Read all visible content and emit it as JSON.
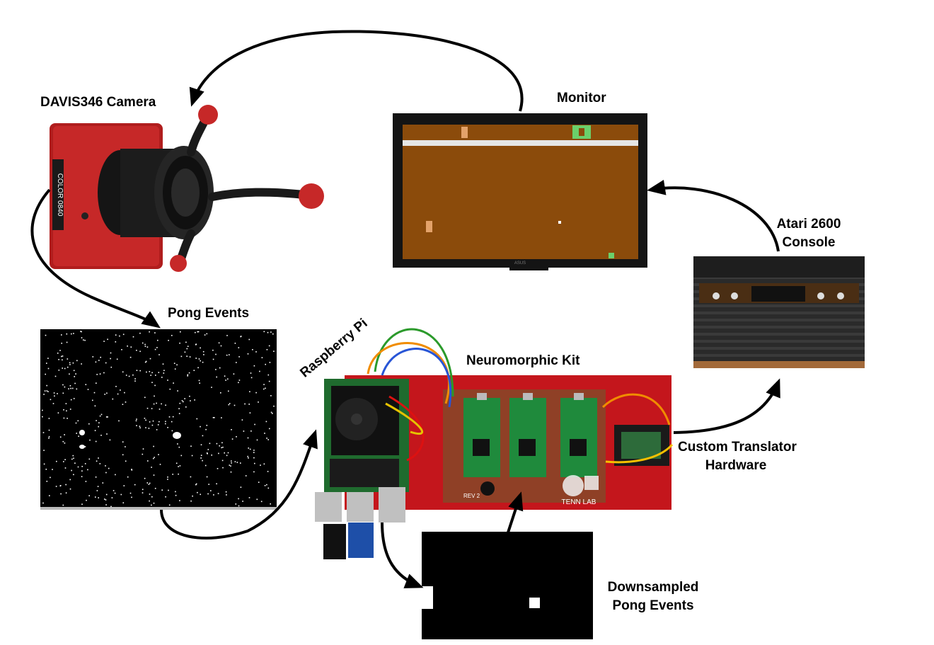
{
  "labels": {
    "camera": "DAVIS346 Camera",
    "camera_body_text": "COLOR 0840",
    "monitor": "Monitor",
    "monitor_brand": "ASUS",
    "atari_line1": "Atari 2600",
    "atari_line2": "Console",
    "pong_events": "Pong Events",
    "raspberry_pi": "Raspberry Pi",
    "neuromorphic_kit": "Neuromorphic Kit",
    "translator_line1": "Custom Translator",
    "translator_line2": "Hardware",
    "downsampled_line1": "Downsampled",
    "downsampled_line2": "Pong Events",
    "board_logo_text": "TENN LAB",
    "board_rev": "REV 2"
  },
  "colors": {
    "board_red": "#c4161c",
    "pong_brown": "#8b4b0b",
    "pico_green": "#1f8a3c",
    "atari_wood": "#a36a3a"
  }
}
